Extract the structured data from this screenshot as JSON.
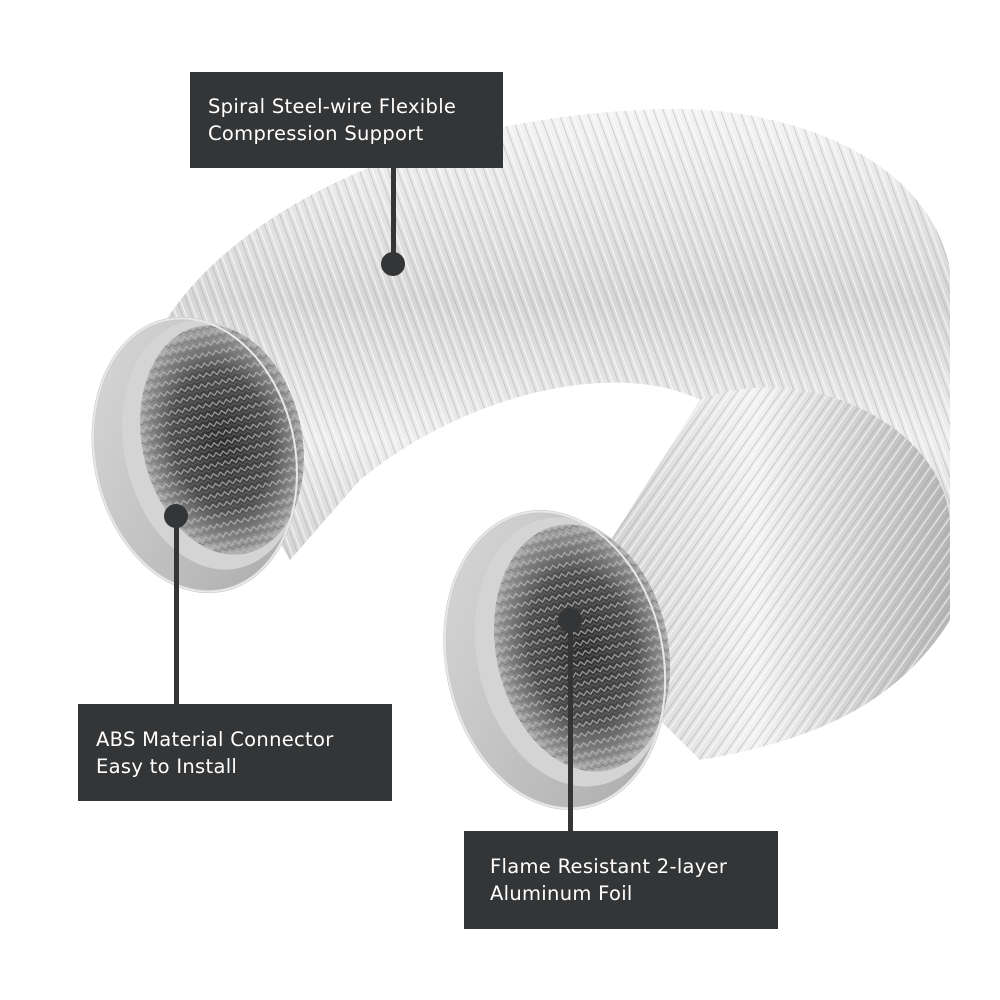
{
  "image": {
    "subject": "flexible aluminum foil air duct hose with two connector ends",
    "background_color": "#ffffff",
    "callout_color": "#333537",
    "callout_text_color": "#ffffff"
  },
  "callouts": [
    {
      "id": "spiral-steel-wire",
      "line1": "Spiral Steel-wire Flexible",
      "line2": "Compression Support"
    },
    {
      "id": "abs-connector",
      "line1": "ABS Material Connector",
      "line2": "Easy to Install"
    },
    {
      "id": "aluminum-foil",
      "line1": "Flame Resistant 2-layer",
      "line2": "Aluminum Foil"
    }
  ]
}
